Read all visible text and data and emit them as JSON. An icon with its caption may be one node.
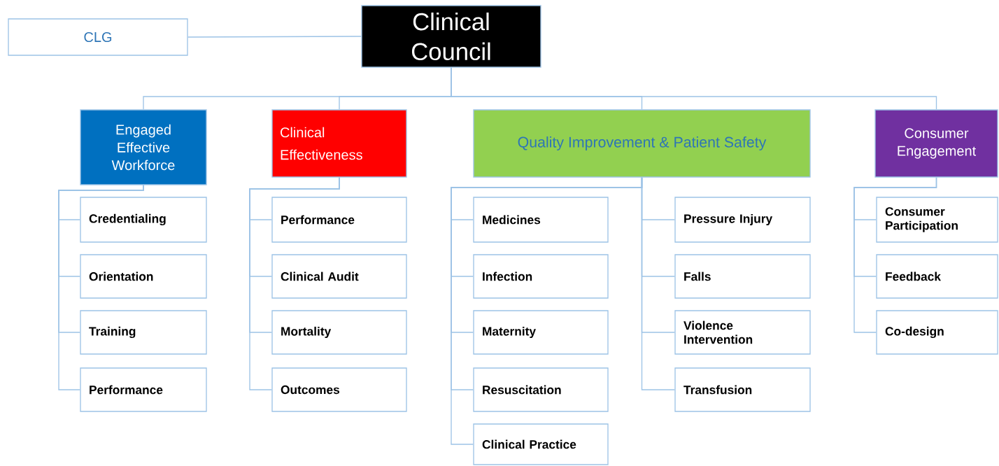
{
  "diagram": {
    "nodes": [
      {
        "text": [
          "CLG"
        ]
      },
      {
        "text": [
          "Clinical Council"
        ]
      },
      {
        "text": [
          "Engaged Effective Workforce"
        ]
      },
      {
        "text": [
          "Clinical Effectiveness"
        ]
      },
      {
        "text": [
          "Quality Improvement & Patient Safety"
        ]
      },
      {
        "text": [
          "Consumer Engagement"
        ]
      },
      {
        "text": [
          "Credentialing"
        ]
      },
      {
        "text": [
          "Orientation"
        ]
      },
      {
        "text": [
          "Training"
        ]
      },
      {
        "text": [
          "Performance"
        ]
      },
      {
        "text": [
          "Performance"
        ]
      },
      {
        "text": [
          "Clinical Audit"
        ]
      },
      {
        "text": [
          "Mortality"
        ]
      },
      {
        "text": [
          "Outcomes"
        ]
      },
      {
        "text": [
          "Medicines"
        ]
      },
      {
        "text": [
          "Infection"
        ]
      },
      {
        "text": [
          "Maternity"
        ]
      },
      {
        "text": [
          "Resuscitation"
        ]
      },
      {
        "text": [
          "Clinical Practice"
        ]
      },
      {
        "text": [
          "Pressure Injury"
        ]
      },
      {
        "text": [
          "Falls"
        ]
      },
      {
        "text": [
          "Violence Intervention"
        ]
      },
      {
        "text": [
          "Transfusion"
        ]
      },
      {
        "text": [
          "Consumer Participation"
        ]
      },
      {
        "text": [
          "Feedback"
        ]
      },
      {
        "text": [
          "Co-design"
        ]
      }
    ],
    "edges": [
      {
        "from": 0,
        "to": 1,
        "arrow": "none"
      },
      {
        "from": 1,
        "to": 2,
        "arrow": "none"
      },
      {
        "from": 1,
        "to": 3,
        "arrow": "none"
      },
      {
        "from": 1,
        "to": 4,
        "arrow": "none"
      },
      {
        "from": 1,
        "to": 5,
        "arrow": "none"
      },
      {
        "from": 2,
        "to": 6,
        "arrow": "none"
      },
      {
        "from": 2,
        "to": 7,
        "arrow": "none"
      },
      {
        "from": 2,
        "to": 8,
        "arrow": "none"
      },
      {
        "from": 2,
        "to": 9,
        "arrow": "none"
      },
      {
        "from": 3,
        "to": 10,
        "arrow": "none"
      },
      {
        "from": 3,
        "to": 11,
        "arrow": "none"
      },
      {
        "from": 3,
        "to": 12,
        "arrow": "none"
      },
      {
        "from": 3,
        "to": 13,
        "arrow": "none"
      },
      {
        "from": 4,
        "to": 14,
        "arrow": "none"
      },
      {
        "from": 4,
        "to": 15,
        "arrow": "none"
      },
      {
        "from": 4,
        "to": 16,
        "arrow": "none"
      },
      {
        "from": 4,
        "to": 17,
        "arrow": "none"
      },
      {
        "from": 4,
        "to": 18,
        "arrow": "none"
      },
      {
        "from": 4,
        "to": 19,
        "arrow": "none"
      },
      {
        "from": 4,
        "to": 20,
        "arrow": "none"
      },
      {
        "from": 4,
        "to": 21,
        "arrow": "none"
      },
      {
        "from": 4,
        "to": 22,
        "arrow": "none"
      },
      {
        "from": 5,
        "to": 23,
        "arrow": "none"
      },
      {
        "from": 5,
        "to": 24,
        "arrow": "none"
      },
      {
        "from": 5,
        "to": 25,
        "arrow": "none"
      }
    ]
  }
}
